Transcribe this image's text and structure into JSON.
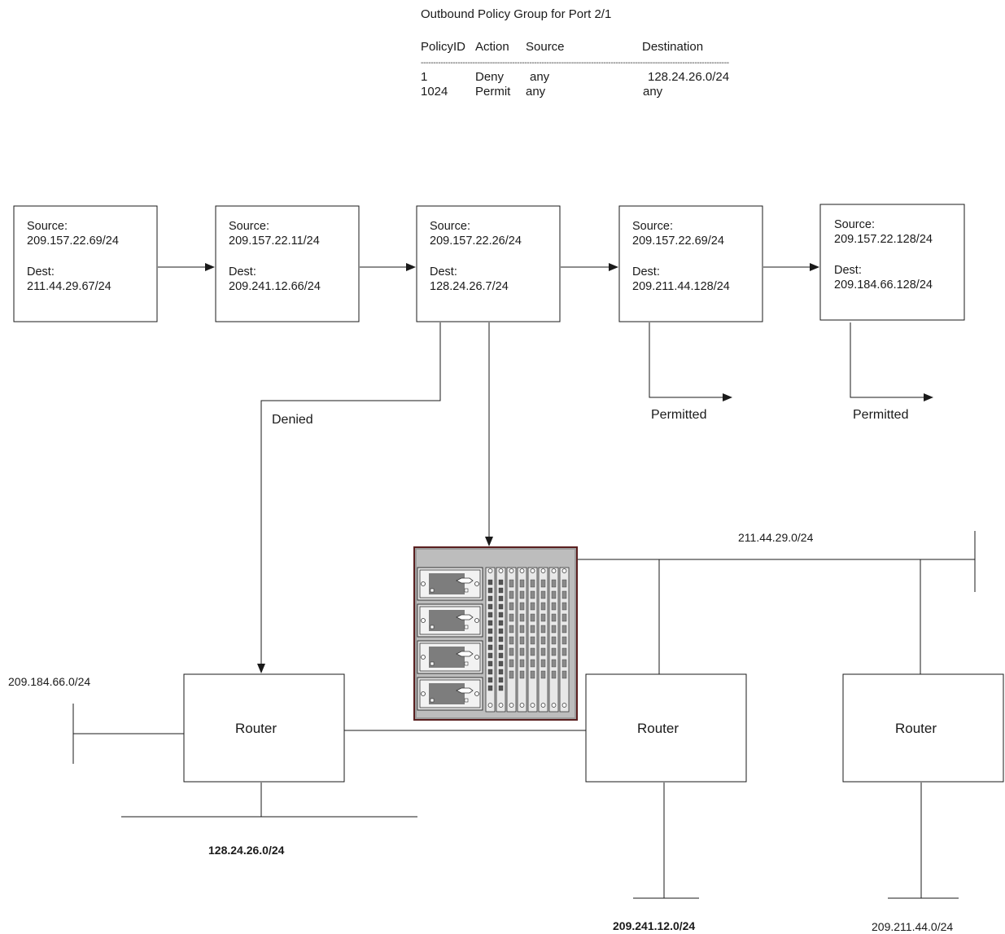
{
  "policy_table": {
    "title": "Outbound Policy Group for Port 2/1",
    "headers": [
      "PolicyID",
      "Action",
      "Source",
      "Destination"
    ],
    "separator": "-----------------------------------------------------------------------------------------------------------------------------",
    "rows": [
      {
        "id": "1",
        "action": "Deny",
        "source": "any",
        "destination": "128.24.26.0/24"
      },
      {
        "id": "1024",
        "action": "Permit",
        "source": "any",
        "destination": "any"
      }
    ]
  },
  "packets": [
    {
      "source_label": "Source:",
      "source": "209.157.22.69/24",
      "dest_label": "Dest:",
      "dest": "211.44.29.67/24"
    },
    {
      "source_label": "Source:",
      "source": "209.157.22.11/24",
      "dest_label": "Dest:",
      "dest": "209.241.12.66/24"
    },
    {
      "source_label": "Source:",
      "source": "209.157.22.26/24",
      "dest_label": "Dest:",
      "dest": "128.24.26.7/24"
    },
    {
      "source_label": "Source:",
      "source": "209.157.22.69/24",
      "dest_label": "Dest:",
      "dest": "209.211.44.128/24"
    },
    {
      "source_label": "Source:",
      "source": "209.157.22.128/24",
      "dest_label": "Dest:",
      "dest": "209.184.66.128/24"
    }
  ],
  "flow_labels": {
    "denied": "Denied",
    "permitted_1": "Permitted",
    "permitted_2": "Permitted"
  },
  "routers": [
    {
      "label": "Router"
    },
    {
      "label": "Router"
    },
    {
      "label": "Router"
    }
  ],
  "networks": {
    "top_right": "211.44.29.0/24",
    "left": "209.184.66.0/24",
    "bottom_left": "128.24.26.0/24",
    "bottom_mid": "209.241.12.0/24",
    "bottom_right": "209.211.44.0/24"
  },
  "colors": {
    "line": "#1a1a1a",
    "chassis_border": "#5a1f1f",
    "chassis_fill": "#bdbdbd"
  }
}
